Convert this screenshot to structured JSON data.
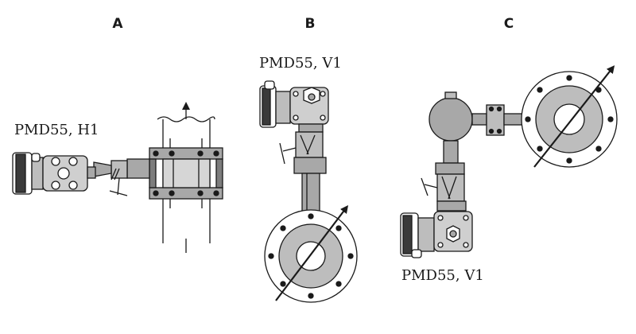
{
  "panels": [
    {
      "letter": "A",
      "caption": "PMD55, H1"
    },
    {
      "letter": "B",
      "caption": "PMD55, V1"
    },
    {
      "letter": "C",
      "caption": "PMD55, V1"
    }
  ],
  "colors": {
    "stroke": "#1a1a1a",
    "metal": "#a8a8a8",
    "metal_dark": "#7d7d7d",
    "ring": "#bdbdbd",
    "background": "#ffffff"
  },
  "icons": [
    "flow-arrow-icon",
    "transmitter-icon",
    "valve-manifold-icon",
    "orifice-flange-icon"
  ]
}
